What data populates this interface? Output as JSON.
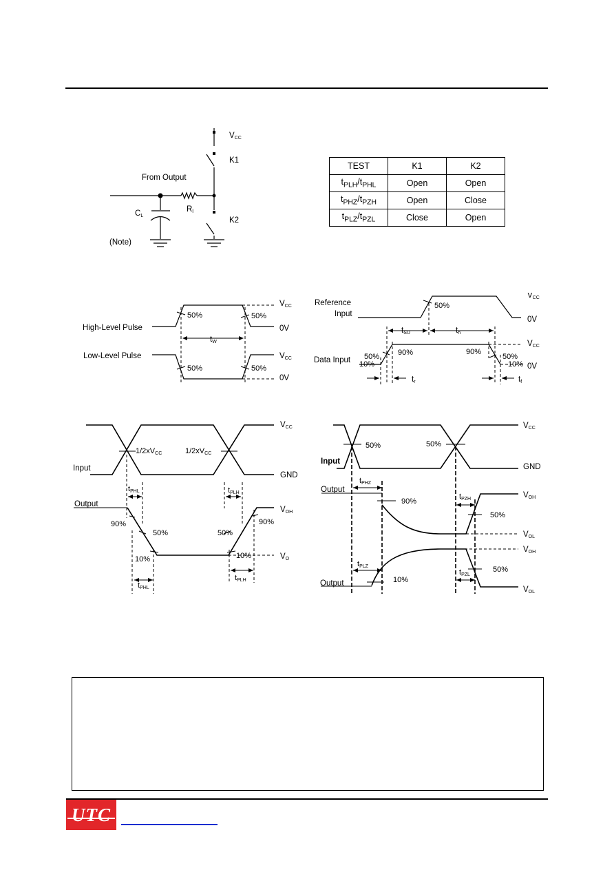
{
  "circuit": {
    "vcc": "V",
    "vcc_sub": "CC",
    "k1": "K1",
    "k2": "K2",
    "from_output": "From Output",
    "cl": "C",
    "cl_sub": "L",
    "rl": "R",
    "rl_sub": "l",
    "note": "(Note)"
  },
  "test_table": {
    "headers": [
      "TEST",
      "K1",
      "K2"
    ],
    "rows": [
      {
        "a": "t",
        "a_sub": "PLH",
        "b": "t",
        "b_sub": "PHL",
        "k1": "Open",
        "k2": "Open"
      },
      {
        "a": "t",
        "a_sub": "PHZ",
        "b": "t",
        "b_sub": "PZH",
        "k1": "Open",
        "k2": "Close"
      },
      {
        "a": "t",
        "a_sub": "PLZ",
        "b": "t",
        "b_sub": "PZL",
        "k1": "Close",
        "k2": "Open"
      }
    ]
  },
  "pulse": {
    "high_label": "High-Level Pulse",
    "low_label": "Low-Level Pulse",
    "pct50": "50%",
    "vcc": "V",
    "vcc_sub": "CC",
    "zero_v": "0V",
    "tw": "t",
    "tw_sub": "W"
  },
  "setup": {
    "reference": "Reference",
    "input": "Input",
    "data_input": "Data Input",
    "pct50": "50%",
    "pct90": "90%",
    "pct10": "10%",
    "vcc": "V",
    "vcc_sub": "CC",
    "zero_v": "0V",
    "tsu": "t",
    "tsu_sub": "SU",
    "th": "t",
    "th_sub": "h",
    "tr": "t",
    "tr_sub": "r",
    "tf": "t",
    "tf_sub": "f"
  },
  "prop": {
    "input": "Input",
    "output": "Output",
    "half_vcc": "1/2xV",
    "half_vcc_sub": "CC",
    "vcc": "V",
    "vcc_sub": "CC",
    "gnd": "GND",
    "voh": "V",
    "voh_sub": "OH",
    "vol": "V",
    "vol_sub": "O",
    "pct90": "90%",
    "pct50": "50%",
    "pct10": "10%",
    "tphl": "t",
    "tphl_sub": "PHL",
    "tplh": "t",
    "tplh_sub": "PLH"
  },
  "enable": {
    "input": "Input",
    "output": "Output",
    "pct50": "50%",
    "pct90": "90%",
    "pct10": "10%",
    "vcc": "V",
    "vcc_sub": "CC",
    "gnd": "GND",
    "voh": "V",
    "voh_sub": "OH",
    "vol": "V",
    "vol_sub": "OL",
    "tphz": "t",
    "tphz_sub": "PHZ",
    "tpzh": "t",
    "tpzh_sub": "PZH",
    "tplz": "t",
    "tplz_sub": "PLZ",
    "tpzl": "t",
    "tpzl_sub": "PZL"
  },
  "footer": {
    "logo": "UTC"
  }
}
